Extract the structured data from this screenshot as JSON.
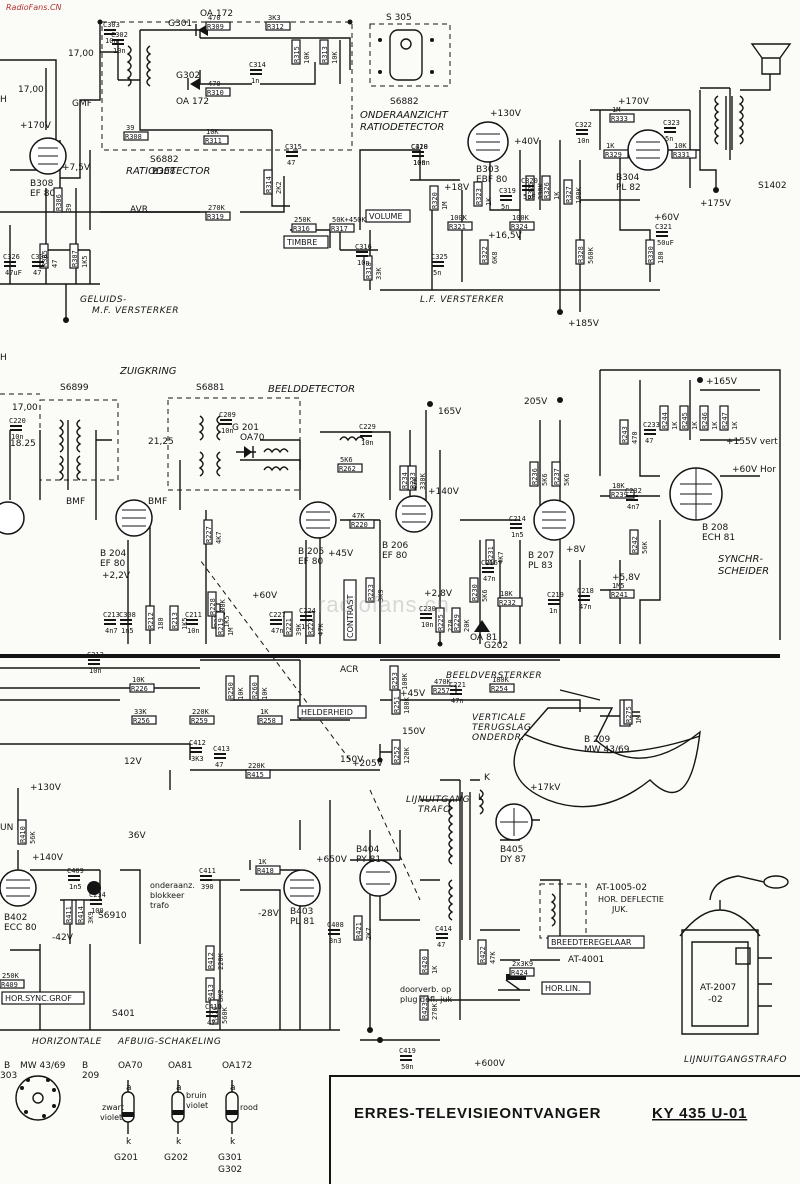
{
  "watermark": {
    "site": "RadioFans.CN",
    "center": "radiofans.cn"
  },
  "title": {
    "main": "ERRES-TELEVISIEONTVANGER",
    "model": "KY 435 U-01"
  },
  "sections": {
    "ratiodetector": "RATIODETECTOR",
    "onderaanzicht_1": "ONDERAANZICHT",
    "onderaanzicht_2": "RATIODETECTOR",
    "geluids_mf_1": "GELUIDS-",
    "geluids_mf_2": "M.F. VERSTERKER",
    "lf_versterker": "L.F. VERSTERKER",
    "zuigkring": "ZUIGKRING",
    "beelddetector": "BEELDDETECTOR",
    "beeldversterker": "BEELDVERSTERKER",
    "synchr_1": "SYNCHR-",
    "synchr_2": "SCHEIDER",
    "verticale_1": "VERTICALE",
    "verticale_2": "TERUGSLAG",
    "verticale_3": "ONDERDR.",
    "lijnuitgang_1": "LIJNUITGANG",
    "lijnuitgang_2": "TRAFO",
    "horizontale_1": "HORIZONTALE",
    "horizontale_2": "AFBUIG-SCHAKELING",
    "onderaanz_blok_1": "onderaanz.",
    "onderaanz_blok_2": "blokkeer",
    "onderaanz_blok_3": "trafo",
    "doorverb_1": "doorverb. op",
    "doorverb_2": "plug defl. juk",
    "lijnuitgangstrafo_footer": "LIJNUITGANGSTRAFO",
    "avr": "AVR",
    "acr": "ACR",
    "gmf": "GMF",
    "bmf_iv": "BMF",
    "bmf_v": "BMF",
    "letter_h_top": "H",
    "letter_h_mid": "H",
    "letter_k": "K",
    "letter_l": "L",
    "un": "UN"
  },
  "boxed_labels": {
    "timbre": "TIMBRE",
    "volume": "VOLUME",
    "contrast": "CONTRAST",
    "helderheid": "HELDERHEID",
    "hor_sync_grof": "HOR.SYNC.GROF",
    "hor_lin": "HOR.LIN.",
    "breedteregelaar": "BREEDTEREGELAAR",
    "hor_deflectie_1": "HOR. DEFLECTIE",
    "hor_deflectie_2": "JUK.",
    "at_1005": "AT-1005-02",
    "at_4001": "AT-4001",
    "at_2007_1": "AT-2007",
    "at_2007_2": "-02"
  },
  "tubes": {
    "b308": {
      "name": "B308",
      "type": "EF 80"
    },
    "b303": {
      "name": "B303",
      "type": "EBF 80"
    },
    "b304": {
      "name": "B304",
      "type": "PL 82"
    },
    "b204": {
      "name": "B 204",
      "type": "EF 80"
    },
    "b205": {
      "name": "B 205",
      "type": "EF 80"
    },
    "b206": {
      "name": "B 206",
      "type": "EF 80"
    },
    "b207": {
      "name": "B 207",
      "type": "PL 83"
    },
    "b208": {
      "name": "B 208",
      "type": "ECH 81"
    },
    "b209": {
      "name": "B 209",
      "type": "MW 43/69"
    },
    "b402": {
      "name": "B402",
      "type": "ECC 80"
    },
    "b403": {
      "name": "B403",
      "type": "PL 81"
    },
    "b404": {
      "name": "B404",
      "type": "PY 81"
    },
    "b405": {
      "name": "B405",
      "type": "DY 87"
    }
  },
  "coils": {
    "s6882_a": "S6882",
    "s6882_b": "S6882",
    "s305": "S 305",
    "s1402": "S1402",
    "s6899": "S6899",
    "s6881": "S6881",
    "s6910": "S6910",
    "s401": "S401"
  },
  "voltages": {
    "v170_top": "+170V",
    "v130": "+130V",
    "v170_r": "+170V",
    "v40": "+40V",
    "v18": "+18V",
    "v165_lf": "+16,5V",
    "v175": "+175V",
    "v185": "+185V",
    "v60": "+60V",
    "v75": "+7,5V",
    "v165_mid": "165V",
    "v205": "205V",
    "v165_r": "+165V",
    "v155": "+155V",
    "v140": "+140V",
    "v45": "+45V",
    "v22": "+2,2V",
    "v28": "+2,8V",
    "v8": "+8V",
    "v58": "+5,8V",
    "v60_hor": "+60V Hor",
    "v155_vert": "+155V vert",
    "v45_b": "+45V",
    "v150": "150V",
    "v130_h": "+130V",
    "v140_h": "+140V",
    "v650": "+650V",
    "v600": "+600V",
    "v205_h": "+205V",
    "v28_neg": "-28V",
    "v42_neg": "-42V",
    "v17kv": "+17kV",
    "v12": "12V",
    "v36": "36V",
    "v150_b": "150V"
  },
  "diodes": {
    "oa172_a": "OA 172",
    "oa172_b": "OA 172",
    "g301": "G301",
    "g302": "G302",
    "oa70": "OA70",
    "g201": "G 201",
    "g202": "G202",
    "oa81": "OA 81"
  },
  "legend": {
    "mw_a": "MW 43/69",
    "mw_b": "B",
    "mw_c": "209",
    "b_left": "B",
    "b303": "303",
    "oa70": "OA70",
    "oa81": "OA81",
    "oa172": "OA172",
    "zwart": "zwart",
    "violet_1": "violet",
    "bruin": "bruin",
    "violet_2": "violet",
    "rood": "rood",
    "g201": "G201",
    "g202": "G202",
    "g301": "G301",
    "g302": "G302",
    "pin_a": "a",
    "pin_k": "k"
  },
  "freqs": {
    "f17_a": "17,00",
    "f17_b": "17,00",
    "f17_c": "17,00",
    "f1825": "18.25",
    "f2125": "21,25"
  },
  "resistors": [
    {
      "id": "R309",
      "val": "470"
    },
    {
      "id": "R310",
      "val": "470"
    },
    {
      "id": "R312",
      "val": "3K3"
    },
    {
      "id": "R315",
      "val": "10K"
    },
    {
      "id": "R313",
      "val": "10K"
    },
    {
      "id": "R308",
      "val": "39"
    },
    {
      "id": "R311",
      "val": "10K"
    },
    {
      "id": "R319",
      "val": "270K"
    },
    {
      "id": "R314",
      "val": "2K2"
    },
    {
      "id": "R316",
      "val": "250K"
    },
    {
      "id": "R317",
      "val": "50K+450K"
    },
    {
      "id": "R318",
      "val": "33K"
    },
    {
      "id": "R306",
      "val": "39"
    },
    {
      "id": "R305",
      "val": "47"
    },
    {
      "id": "R307",
      "val": "1K5"
    },
    {
      "id": "R320",
      "val": "1M"
    },
    {
      "id": "R321",
      "val": "100K"
    },
    {
      "id": "R322",
      "val": "6K8"
    },
    {
      "id": "R323",
      "val": "1K"
    },
    {
      "id": "R324",
      "val": "100K"
    },
    {
      "id": "R325",
      "val": "330K"
    },
    {
      "id": "R326",
      "val": "1K"
    },
    {
      "id": "R327",
      "val": "100K"
    },
    {
      "id": "R328",
      "val": "560K"
    },
    {
      "id": "R329",
      "val": "1K"
    },
    {
      "id": "R330",
      "val": "180"
    },
    {
      "id": "R331",
      "val": "10K"
    },
    {
      "id": "R333",
      "val": "1M"
    },
    {
      "id": "R212",
      "val": "180"
    },
    {
      "id": "R213",
      "val": "1K5"
    },
    {
      "id": "R214",
      "val": "1K5"
    },
    {
      "id": "R226",
      "val": "10K"
    },
    {
      "id": "R227",
      "val": "4K7"
    },
    {
      "id": "R228",
      "val": "100K"
    },
    {
      "id": "R219",
      "val": "1M"
    },
    {
      "id": "R220",
      "val": "47K"
    },
    {
      "id": "R221",
      "val": "39K"
    },
    {
      "id": "R222",
      "val": "47K"
    },
    {
      "id": "R223",
      "val": "3K9"
    },
    {
      "id": "R225",
      "val": "270"
    },
    {
      "id": "R229",
      "val": "20K"
    },
    {
      "id": "R230",
      "val": "5K6"
    },
    {
      "id": "R231",
      "val": "4K7"
    },
    {
      "id": "R232",
      "val": "18K"
    },
    {
      "id": "R233",
      "val": "330K"
    },
    {
      "id": "R234",
      "val": "47K"
    },
    {
      "id": "R236",
      "val": "5K6"
    },
    {
      "id": "R237",
      "val": "5K6"
    },
    {
      "id": "R239",
      "val": "18K"
    },
    {
      "id": "R241",
      "val": "1M5"
    },
    {
      "id": "R242",
      "val": "56K"
    },
    {
      "id": "R243",
      "val": "470"
    },
    {
      "id": "R244",
      "val": "1K"
    },
    {
      "id": "R245",
      "val": "1K"
    },
    {
      "id": "R246",
      "val": "1K"
    },
    {
      "id": "R247",
      "val": "1K"
    },
    {
      "id": "R250",
      "val": "10K"
    },
    {
      "id": "R251",
      "val": "180K"
    },
    {
      "id": "R252",
      "val": "120K"
    },
    {
      "id": "R253",
      "val": "100K"
    },
    {
      "id": "R254",
      "val": "180K"
    },
    {
      "id": "R256",
      "val": "33K"
    },
    {
      "id": "R257",
      "val": "470K"
    },
    {
      "id": "R258",
      "val": "1K"
    },
    {
      "id": "R259",
      "val": "220K"
    },
    {
      "id": "R260",
      "val": "10K"
    },
    {
      "id": "R262",
      "val": "5K6"
    },
    {
      "id": "R275",
      "val": "1M"
    },
    {
      "id": "R409",
      "val": "250K"
    },
    {
      "id": "R410",
      "val": "56K"
    },
    {
      "id": "R411",
      "val": "68K"
    },
    {
      "id": "R412",
      "val": "220K"
    },
    {
      "id": "R413",
      "val": "8K2"
    },
    {
      "id": "R414",
      "val": "3K9"
    },
    {
      "id": "R415",
      "val": "220K"
    },
    {
      "id": "R416",
      "val": "560K"
    },
    {
      "id": "R418",
      "val": "1K"
    },
    {
      "id": "R420",
      "val": "1K"
    },
    {
      "id": "R421",
      "val": "2K7"
    },
    {
      "id": "R422",
      "val": "47K"
    },
    {
      "id": "R423",
      "val": "270K"
    },
    {
      "id": "R424",
      "val": "2x3K9"
    }
  ],
  "capacitors": [
    {
      "id": "C318",
      "val": "10n"
    },
    {
      "id": "C315",
      "val": "47"
    },
    {
      "id": "C314",
      "val": "1n"
    },
    {
      "id": "C316",
      "val": "10n"
    },
    {
      "id": "C319",
      "val": "5n"
    },
    {
      "id": "C320",
      "val": "5pF"
    },
    {
      "id": "C321",
      "val": "50uF"
    },
    {
      "id": "C322",
      "val": "10n"
    },
    {
      "id": "C323",
      "val": "5n"
    },
    {
      "id": "C325",
      "val": "5n"
    },
    {
      "id": "C326",
      "val": "47uF"
    },
    {
      "id": "C302",
      "val": "10n"
    },
    {
      "id": "C303",
      "val": "10n"
    },
    {
      "id": "C304",
      "val": "47"
    },
    {
      "id": "C308",
      "val": "1n5"
    },
    {
      "id": "C209",
      "val": "10n"
    },
    {
      "id": "C211",
      "val": "10n"
    },
    {
      "id": "C212",
      "val": "10n"
    },
    {
      "id": "C213",
      "val": "4n7"
    },
    {
      "id": "C214",
      "val": "1n5"
    },
    {
      "id": "C216",
      "val": "47n"
    },
    {
      "id": "C218",
      "val": "47n"
    },
    {
      "id": "C219",
      "val": "1n"
    },
    {
      "id": "C220",
      "val": "10n"
    },
    {
      "id": "C221",
      "val": "47n"
    },
    {
      "id": "C224",
      "val": "1n"
    },
    {
      "id": "C227",
      "val": "47n"
    },
    {
      "id": "C229",
      "val": "10n"
    },
    {
      "id": "C230",
      "val": "10n"
    },
    {
      "id": "C232",
      "val": "4n7"
    },
    {
      "id": "C233",
      "val": "47"
    },
    {
      "id": "C234",
      "val": "100"
    },
    {
      "id": "C408",
      "val": "3n3"
    },
    {
      "id": "C409",
      "val": "1n5"
    },
    {
      "id": "C410",
      "val": "47"
    },
    {
      "id": "C411",
      "val": "390"
    },
    {
      "id": "C412",
      "val": "3K3"
    },
    {
      "id": "C413",
      "val": "47"
    },
    {
      "id": "C414",
      "val": "47"
    },
    {
      "id": "C419",
      "val": "50n"
    },
    {
      "id": "C420",
      "val": "100n"
    }
  ]
}
